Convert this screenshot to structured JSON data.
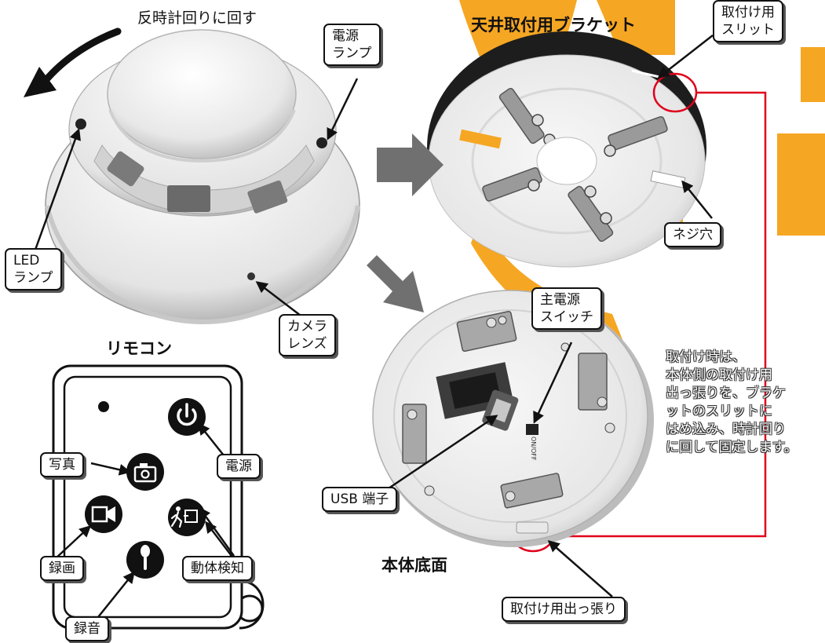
{
  "labels": {
    "rotate": "反時計回りに回す",
    "bracket_title": "天井取付用ブラケット",
    "slit": "取付け用\nスリット",
    "power_lamp": "電源\nランプ",
    "led_lamp": "LED\nランプ",
    "camera_lens": "カメラ\nレンズ",
    "screw_hole": "ネジ穴",
    "main_switch": "主電源\nスイッチ",
    "usb": "USB 端子",
    "bottom_title": "本体底面",
    "tab": "取付け用出っ張り",
    "remote_title": "リモコン",
    "photo": "写真",
    "power": "電源",
    "video": "録画",
    "motion": "動体検知",
    "audio": "録音"
  },
  "note": "取付け時は、\n本体側の取付け用\n出っ張りを、ブラケ\nットのスリットに\nはめ込み、時計回り\nに回して固定します。",
  "switch_text": "ON/OFF",
  "colors": {
    "accent_orange": "#f5a623",
    "line_red": "#e0001b",
    "dark": "#111111",
    "arrow_gray": "#707070"
  },
  "icons": {
    "power_button": "power-icon",
    "photo_button": "camera-icon",
    "video_button": "video-camera-icon",
    "motion_button": "motion-detect-icon",
    "audio_button": "microphone-icon"
  }
}
